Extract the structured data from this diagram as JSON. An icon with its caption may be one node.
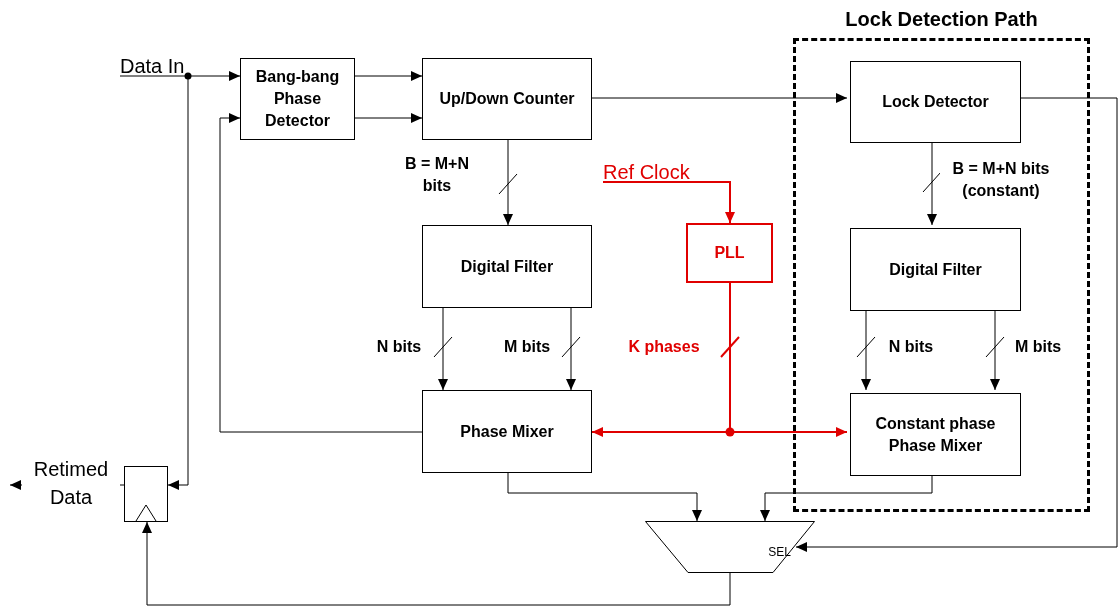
{
  "diagram": {
    "nodes": [
      {
        "text": [
          "Lock Detection Path"
        ]
      },
      {
        "text": [
          "Data In"
        ]
      },
      {
        "text": [
          "Bang-bang Phase Detector"
        ]
      },
      {
        "text": [
          "Up/Down Counter"
        ]
      },
      {
        "text": [
          "Lock Detector"
        ],
        "in": 0
      },
      {
        "text": [
          "Digital Filter"
        ]
      },
      {
        "text": [
          "PLL"
        ]
      },
      {
        "text": [
          "Ref Clock"
        ]
      },
      {
        "text": [
          "Digital Filter"
        ],
        "in": 0
      },
      {
        "text": [
          "Phase Mixer"
        ]
      },
      {
        "text": [
          "Constant phase Phase Mixer"
        ],
        "in": 0
      },
      {
        "text": [],
        "shape": "box",
        "beside": [
          "Retimed Data"
        ]
      },
      {
        "text": [
          "SEL"
        ]
      }
    ],
    "edges": [
      {
        "from": 1,
        "to": 2,
        "arrow": "to"
      },
      {
        "from": 1,
        "to": 11,
        "arrow": "to"
      },
      {
        "from": 2,
        "to": 3,
        "arrow": "to"
      },
      {
        "from": 2,
        "to": 3,
        "arrow": "to"
      },
      {
        "from": 3,
        "to": 4,
        "arrow": "to"
      },
      {
        "from": 3,
        "to": 5,
        "arrow": "to",
        "label": "B = M+N bits"
      },
      {
        "from": 7,
        "to": 6,
        "arrow": "to",
        "color": "#e00000"
      },
      {
        "from": 5,
        "to": 9,
        "arrow": "to",
        "label": "N bits"
      },
      {
        "from": 5,
        "to": 9,
        "arrow": "to",
        "label": "M bits"
      },
      {
        "from": 6,
        "to": 9,
        "arrow": "to",
        "label": "K phases",
        "color": "#e00000"
      },
      {
        "from": 6,
        "to": 10,
        "arrow": "to",
        "color": "#e00000"
      },
      {
        "from": 9,
        "to": 2,
        "arrow": "to"
      },
      {
        "from": 4,
        "to": 8,
        "arrow": "to",
        "label": "B = M+N bits (constant)"
      },
      {
        "from": 8,
        "to": 10,
        "arrow": "to",
        "label": "N bits"
      },
      {
        "from": 8,
        "to": 10,
        "arrow": "to",
        "label": "M bits"
      },
      {
        "from": 9,
        "to": 12,
        "arrow": "to"
      },
      {
        "from": 10,
        "to": 12,
        "arrow": "to"
      },
      {
        "from": 4,
        "to": 12,
        "arrow": "to"
      },
      {
        "from": 12,
        "to": 11,
        "arrow": "to"
      },
      {
        "from": 11,
        "to": null,
        "arrow": "to"
      }
    ]
  }
}
